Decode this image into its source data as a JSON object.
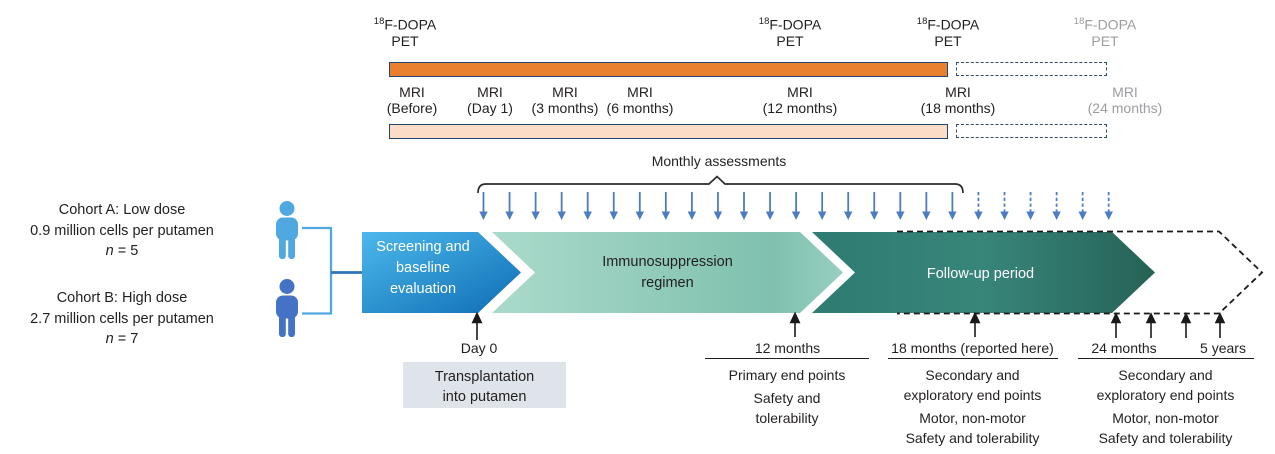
{
  "palette": {
    "orange_bar": "#e8802f",
    "pink_bar": "#fbdcc6",
    "bar_border": "#24456b",
    "dashed_border": "#2f4a6b",
    "monthly_arrow_blue": "#4c7dc4",
    "cohort_a_blue": "#4fa8e0",
    "cohort_b_blue": "#4472c4",
    "connector_dark_blue": "#2e75b6",
    "phase1_gradient": [
      "#4cb8ec",
      "#0e6db4"
    ],
    "phase2_gradient": [
      "#abdacb",
      "#7fc0ae"
    ],
    "phase3_gradient": [
      "#2e7b71",
      "#266256"
    ],
    "note_box_bg": "#dee4e9",
    "dimmed_text": "#9b9da0",
    "text": "#231f20"
  },
  "pet_scans": [
    {
      "sup": "18",
      "label": "F-DOPA",
      "line2": "PET",
      "dimmed": false
    },
    {
      "sup": "18",
      "label": "F-DOPA",
      "line2": "PET",
      "dimmed": false
    },
    {
      "sup": "18",
      "label": "F-DOPA",
      "line2": "PET",
      "dimmed": false
    },
    {
      "sup": "18",
      "label": "F-DOPA",
      "line2": "PET",
      "dimmed": true
    }
  ],
  "mri_scans": [
    {
      "line1": "MRI",
      "line2": "(Before)",
      "dimmed": false
    },
    {
      "line1": "MRI",
      "line2": "(Day 1)",
      "dimmed": false
    },
    {
      "line1": "MRI",
      "line2": "(3 months)",
      "dimmed": false
    },
    {
      "line1": "MRI",
      "line2": "(6 months)",
      "dimmed": false
    },
    {
      "line1": "MRI",
      "line2": "(12 months)",
      "dimmed": false
    },
    {
      "line1": "MRI",
      "line2": "(18 months)",
      "dimmed": false
    },
    {
      "line1": "MRI",
      "line2": "(24 months)",
      "dimmed": true
    }
  ],
  "monthly_assessments": {
    "label": "Monthly assessments",
    "solid_arrow_count": 19,
    "dashed_arrow_count": 6
  },
  "cohorts": [
    {
      "title": "Cohort A: Low dose",
      "dose": "0.9 million cells per putamen",
      "n_prefix": "n",
      "n_value": " = 5"
    },
    {
      "title": "Cohort B: High dose",
      "dose": "2.7 million cells per putamen",
      "n_prefix": "n",
      "n_value": " = 7"
    }
  ],
  "phases": [
    {
      "line1": "Screening and",
      "line2": "baseline",
      "line3": "evaluation"
    },
    {
      "line1": "Immunosuppression",
      "line2": "regimen"
    },
    {
      "line1": "Follow-up period"
    }
  ],
  "milestones": {
    "day0": {
      "label": "Day 0",
      "note_line1": "Transplantation",
      "note_line2": "into putamen"
    },
    "m12": {
      "label": "12 months",
      "line1": "Primary end points",
      "line2": "Safety and",
      "line3": "tolerability"
    },
    "m18": {
      "label": "18 months (reported here)",
      "line1": "Secondary and",
      "line2": "exploratory end points",
      "line3": "Motor, non-motor",
      "line4": "Safety and tolerability"
    },
    "m24": {
      "label_a": "24 months",
      "label_b": "5 years",
      "line1": "Secondary and",
      "line2": "exploratory end points",
      "line3": "Motor, non-motor",
      "line4": "Safety and tolerability"
    }
  }
}
